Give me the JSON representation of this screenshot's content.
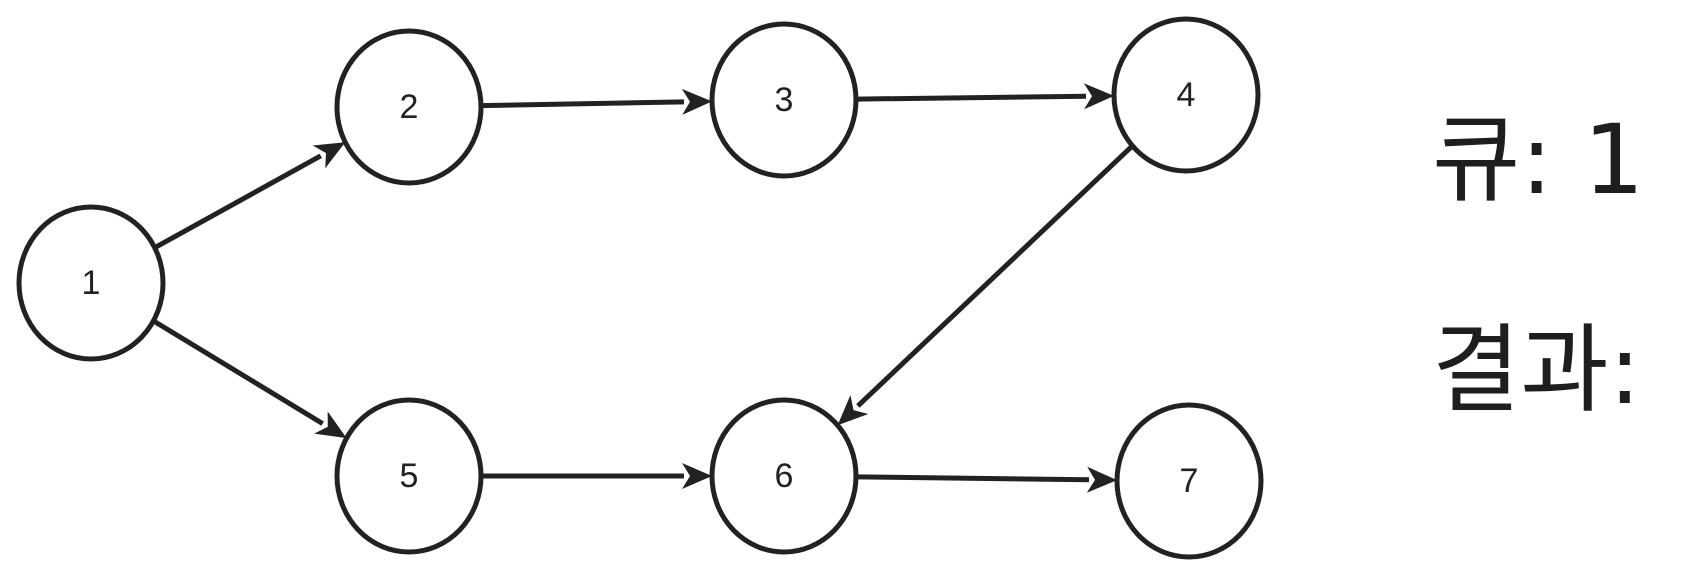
{
  "colors": {
    "stroke": "#222222",
    "text": "#1e1e1e",
    "background": "#ffffff"
  },
  "graph": {
    "nodes": [
      {
        "id": "1",
        "label": "1"
      },
      {
        "id": "2",
        "label": "2"
      },
      {
        "id": "3",
        "label": "3"
      },
      {
        "id": "4",
        "label": "4"
      },
      {
        "id": "5",
        "label": "5"
      },
      {
        "id": "6",
        "label": "6"
      },
      {
        "id": "7",
        "label": "7"
      }
    ],
    "edges": [
      {
        "from": "1",
        "to": "2"
      },
      {
        "from": "1",
        "to": "5"
      },
      {
        "from": "2",
        "to": "3"
      },
      {
        "from": "3",
        "to": "4"
      },
      {
        "from": "4",
        "to": "6"
      },
      {
        "from": "5",
        "to": "6"
      },
      {
        "from": "6",
        "to": "7"
      }
    ]
  },
  "status": {
    "queue_label": "큐:",
    "queue_value": "1",
    "result_label": "결과:",
    "result_value": ""
  }
}
